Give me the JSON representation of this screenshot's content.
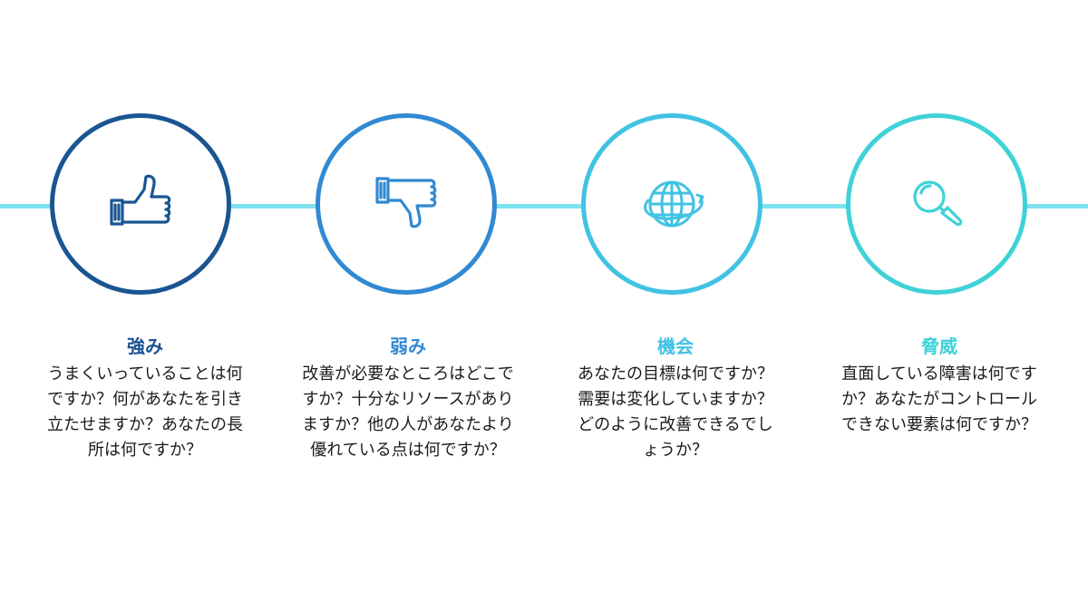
{
  "colors": {
    "connector": "#7fe2f0",
    "strength": "#1a5592",
    "weakness": "#3189d2",
    "opportunity": "#41c2e4",
    "threat": "#3ed2d8"
  },
  "items": [
    {
      "key": "strength",
      "icon": "thumbs-up-icon",
      "title": "強み",
      "text": "うまくいっていることは何ですか？何があなたを引き立たせますか？あなたの長所は何ですか？"
    },
    {
      "key": "weakness",
      "icon": "thumbs-down-icon",
      "title": "弱み",
      "text": "改善が必要なところはどこですか？十分なリソースがありますか？他の人があなたより優れている点は何ですか？"
    },
    {
      "key": "opportunity",
      "icon": "globe-icon",
      "title": "機会",
      "text": "あなたの目標は何ですか？需要は変化していますか？どのように改善できるでしょうか？"
    },
    {
      "key": "threat",
      "icon": "magnifier-icon",
      "title": "脅威",
      "text": "直面している障害は何ですか？あなたがコントロールできない要素は何ですか？"
    }
  ]
}
